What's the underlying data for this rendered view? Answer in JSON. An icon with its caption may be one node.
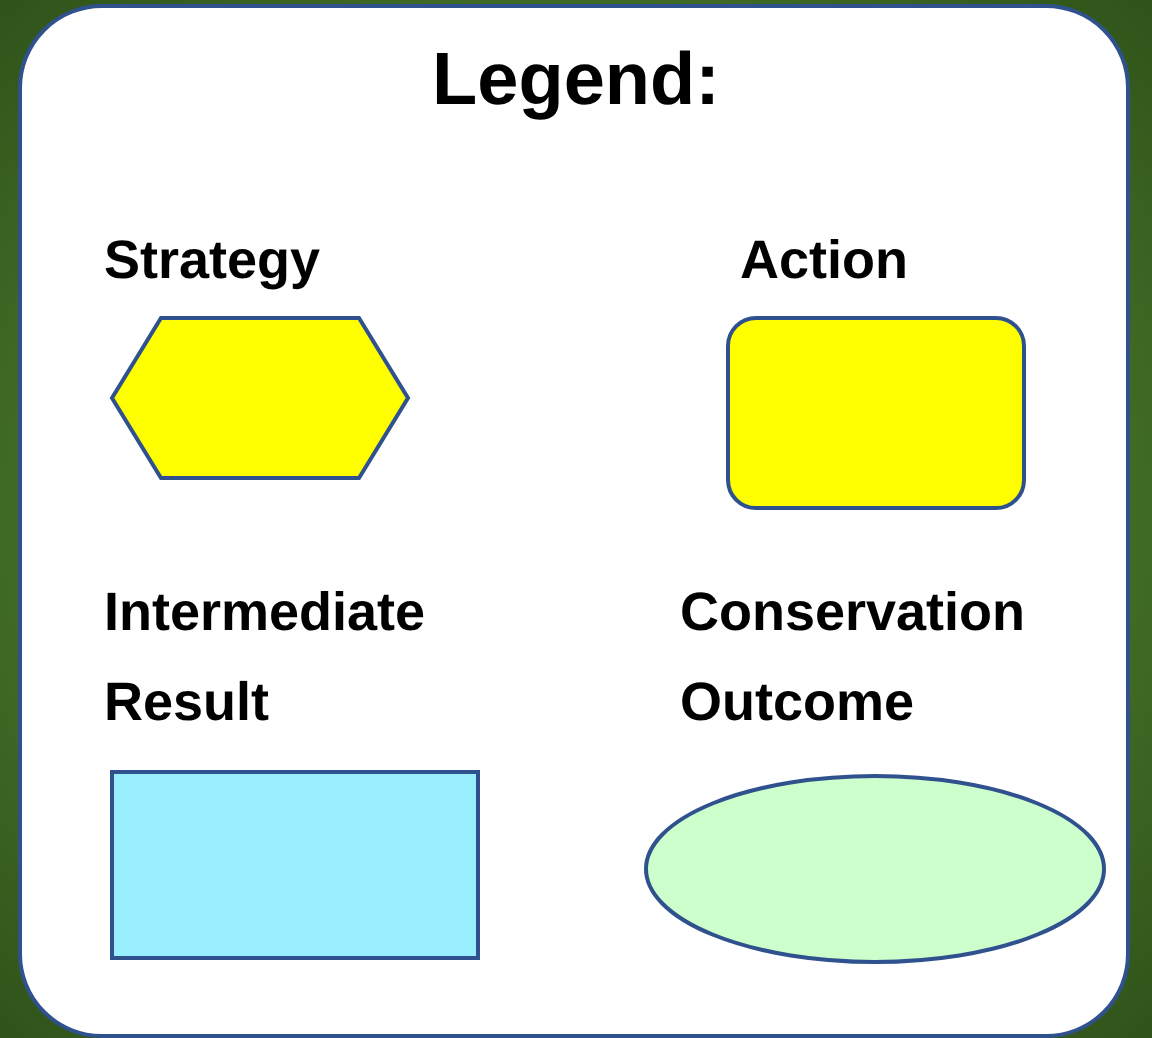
{
  "diagram": {
    "title": "Legend:",
    "nodes": [
      {
        "text": [
          "Strategy"
        ]
      },
      {
        "text": [
          "Action"
        ]
      },
      {
        "text": [
          "Intermediate Result"
        ]
      },
      {
        "text": [
          "Conservation Outcome"
        ]
      }
    ]
  }
}
